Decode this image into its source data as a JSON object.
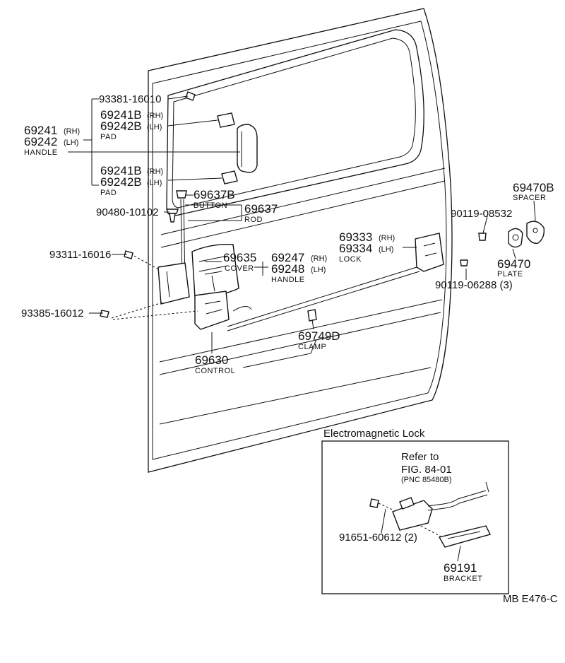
{
  "diagram": {
    "parts": [
      {
        "id": "p93381",
        "number": "93381-16010"
      },
      {
        "id": "p69241",
        "number": "69241",
        "side": "(RH)"
      },
      {
        "id": "p69242",
        "number": "69242",
        "side": "(LH)",
        "name": "HANDLE"
      },
      {
        "id": "p69241B_top",
        "number": "69241B",
        "side": "(RH)"
      },
      {
        "id": "p69242B_top",
        "number": "69242B",
        "side": "(LH)",
        "name": "PAD"
      },
      {
        "id": "p69241B_bot",
        "number": "69241B",
        "side": "(RH)"
      },
      {
        "id": "p69242B_bot",
        "number": "69242B",
        "side": "(LH)",
        "name": "PAD"
      },
      {
        "id": "p69637B",
        "number": "69637B",
        "name": "BUTTON"
      },
      {
        "id": "p69637",
        "number": "69637",
        "name": "ROD"
      },
      {
        "id": "p90480",
        "number": "90480-10102"
      },
      {
        "id": "p93311",
        "number": "93311-16016"
      },
      {
        "id": "p69635",
        "number": "69635",
        "name": "COVER"
      },
      {
        "id": "p69247",
        "number": "69247",
        "side": "(RH)"
      },
      {
        "id": "p69248",
        "number": "69248",
        "side": "(LH)",
        "name": "HANDLE"
      },
      {
        "id": "p93385",
        "number": "93385-16012"
      },
      {
        "id": "p69630",
        "number": "69630",
        "name": "CONTROL"
      },
      {
        "id": "p69749D",
        "number": "69749D",
        "name": "CLAMP"
      },
      {
        "id": "p69333",
        "number": "69333",
        "side": "(RH)"
      },
      {
        "id": "p69334",
        "number": "69334",
        "side": "(LH)",
        "name": "LOCK"
      },
      {
        "id": "p69470B",
        "number": "69470B",
        "name": "SPACER"
      },
      {
        "id": "p90119a",
        "number": "90119-08532"
      },
      {
        "id": "p69470",
        "number": "69470",
        "name": "PLATE"
      },
      {
        "id": "p90119b",
        "number": "90119-06288 (3)"
      }
    ],
    "inset": {
      "title": "Electromagnetic Lock",
      "refer_line1": "Refer to",
      "refer_line2": "FIG. 84-01",
      "refer_line3": "(PNC 85480B)",
      "parts": [
        {
          "id": "p91651",
          "number": "91651-60612 (2)"
        },
        {
          "id": "p69191",
          "number": "69191",
          "name": "BRACKET"
        }
      ]
    },
    "code": "MB  E476-C"
  }
}
